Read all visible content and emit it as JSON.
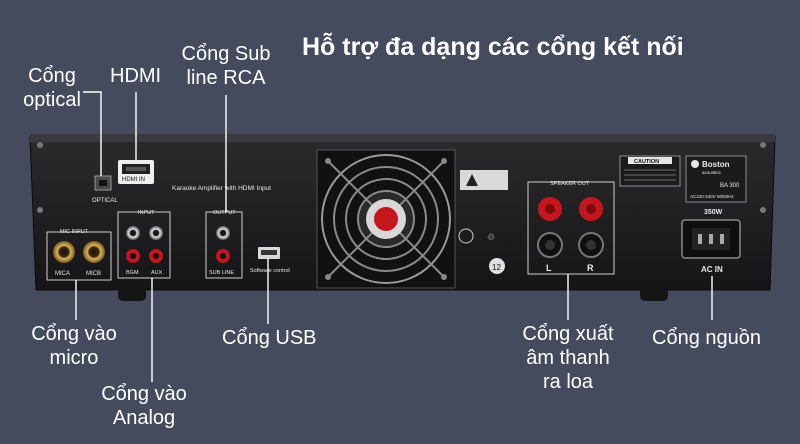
{
  "headline": "Hỗ trợ đa dạng các cổng kết nối",
  "labels": {
    "optical": [
      "Cổng",
      "optical"
    ],
    "hdmi": "HDMI",
    "sub_rca": [
      "Cổng Sub",
      "line RCA"
    ],
    "mic_in": [
      "Cổng vào",
      "micro"
    ],
    "analog_in": [
      "Cổng vào",
      "Analog"
    ],
    "usb": "Cổng USB",
    "speaker_out": [
      "Cổng xuất",
      "âm thanh",
      "ra loa"
    ],
    "power": "Cổng nguồn"
  },
  "panel_text": {
    "optical": "OPTICAL",
    "hdmi_in": "HDMI IN",
    "karaoke": "Karaoke Amplifier with HDMI Input",
    "input": "INPUT",
    "output": "OUTPUT",
    "mic_input": "MIC INPUT",
    "mica": "MICA",
    "micb": "MICB",
    "bgm": "BGM",
    "aux": "AUX",
    "sub_line": "SUB LINE",
    "software_control": "Software control",
    "speaker_out": "SPEAKER OUT",
    "left": "L",
    "right": "R",
    "caution": "CAUTION",
    "brand": "Boston",
    "brand_sub": "acoustics",
    "model": "BA 300",
    "voltage": "AC220-240V 50/60Hz",
    "watt": "350W",
    "ac_in": "AC IN",
    "age_mark": "12"
  },
  "colors": {
    "background": "#444b5d",
    "chassis": "#1e1e20",
    "label_text": "#ffffff",
    "leader_line": "#ffffff",
    "speaker_red": "#c4161c"
  }
}
